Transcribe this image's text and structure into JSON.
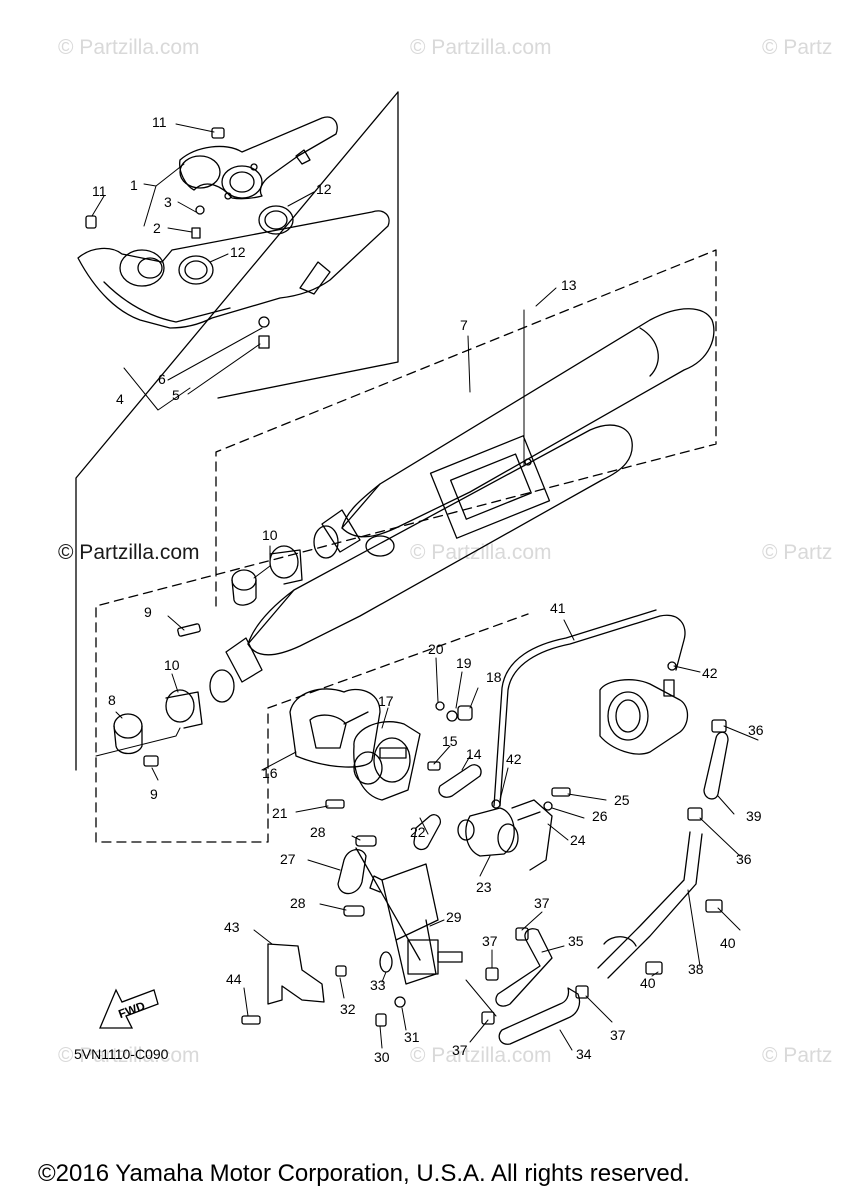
{
  "watermark": {
    "text": "© Partzilla.com",
    "partial_text": "© Partz"
  },
  "diagram_code": "5VN1110-C090",
  "fwd_label": "FWD",
  "copyright": "©2016 Yamaha Motor Corporation, U.S.A. All rights reserved.",
  "callouts": [
    "1",
    "2",
    "3",
    "4",
    "5",
    "6",
    "7",
    "8",
    "9",
    "9",
    "10",
    "10",
    "11",
    "11",
    "12",
    "12",
    "13",
    "14",
    "15",
    "16",
    "17",
    "18",
    "19",
    "20",
    "21",
    "22",
    "23",
    "24",
    "25",
    "26",
    "27",
    "28",
    "28",
    "29",
    "30",
    "31",
    "32",
    "33",
    "34",
    "35",
    "36",
    "36",
    "37",
    "37",
    "37",
    "37",
    "38",
    "39",
    "40",
    "40",
    "41",
    "42",
    "42",
    "43",
    "44"
  ]
}
